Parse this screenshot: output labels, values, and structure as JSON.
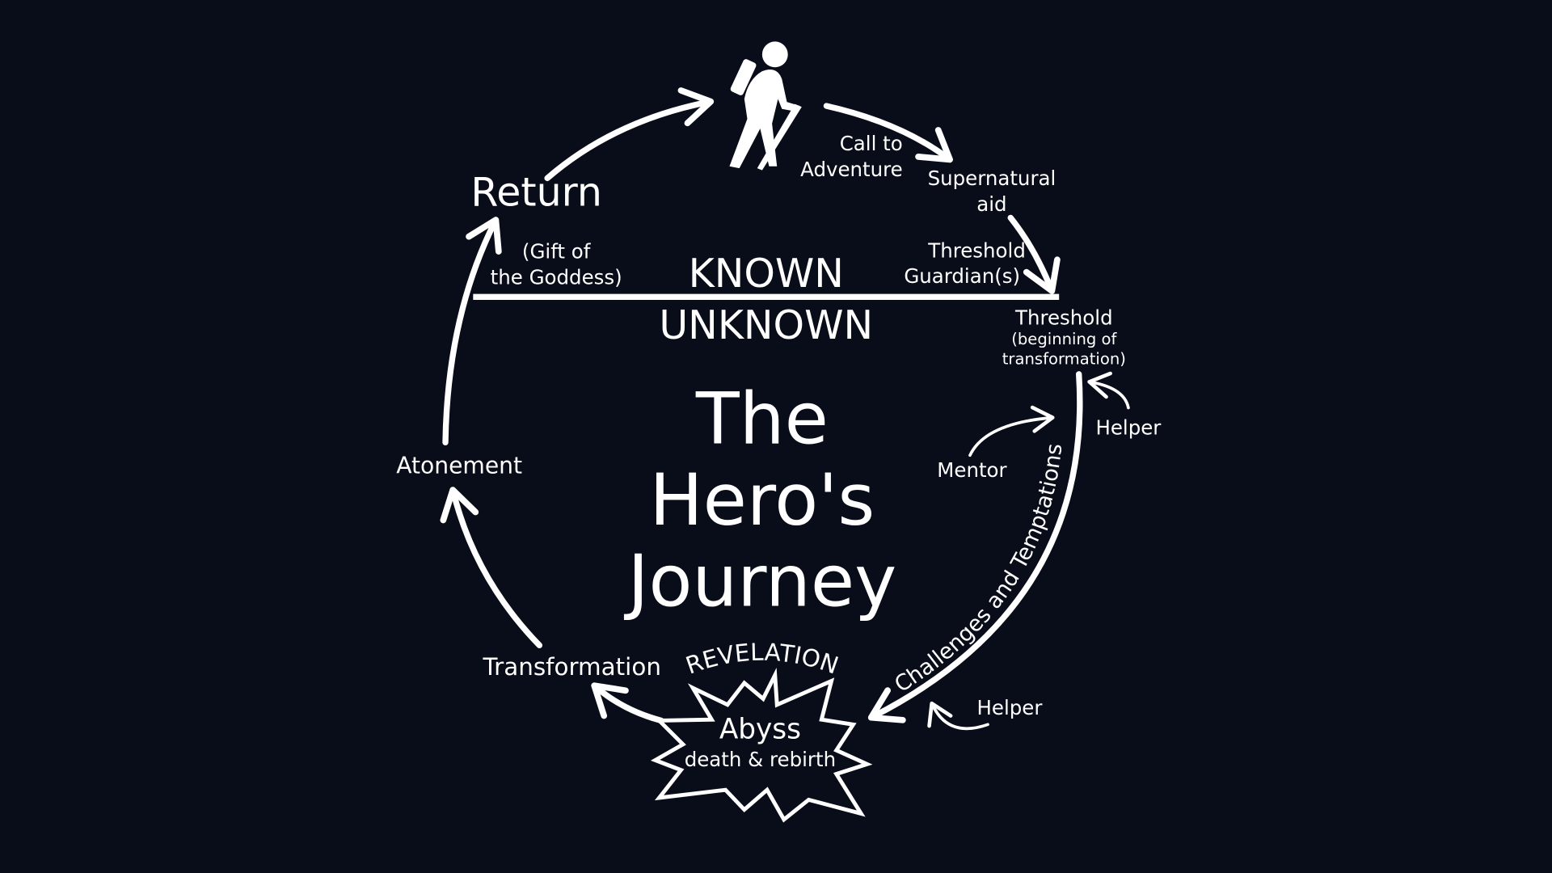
{
  "title": {
    "line1": "The",
    "line2": "Hero's",
    "line3": "Journey"
  },
  "divider": {
    "above": "KNOWN",
    "below": "UNKNOWN"
  },
  "stages": {
    "call": [
      "Call to",
      "Adventure"
    ],
    "supernatural": [
      "Supernatural",
      "aid"
    ],
    "guardians": [
      "Threshold",
      "Guardian(s)"
    ],
    "threshold": [
      "Threshold",
      "(beginning of",
      "transformation)"
    ],
    "helper_top": "Helper",
    "mentor": "Mentor",
    "challenges": "Challenges and Temptations",
    "helper_bottom": "Helper",
    "revelation": "REVELATION",
    "abyss": "Abyss",
    "abyss_sub": "death & rebirth",
    "transformation": "Transformation",
    "atonement": "Atonement",
    "return": "Return",
    "gift": [
      "(Gift of",
      "the Goddess)"
    ]
  },
  "colors": {
    "background": "#090d19",
    "foreground": "#ffffff"
  }
}
